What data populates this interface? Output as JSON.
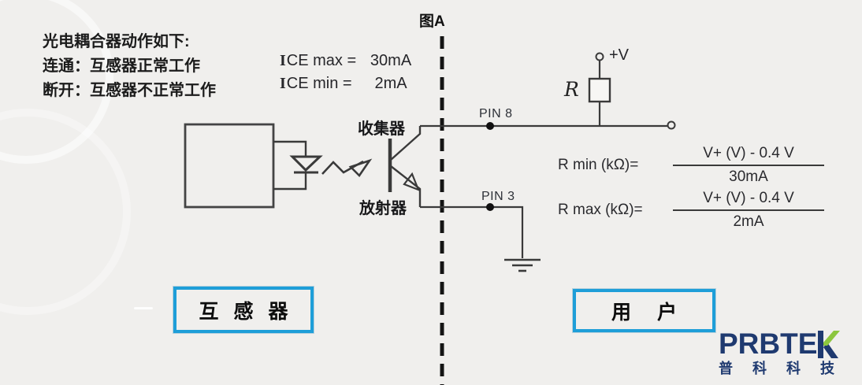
{
  "figure": {
    "title": "图A"
  },
  "notes": {
    "lines": [
      "光电耦合器动作如下:",
      "连通：互感器正常工作",
      "断开：互感器不正常工作"
    ]
  },
  "current_specs": [
    {
      "prefix": "I",
      "label": "CE max =",
      "value": "30mA"
    },
    {
      "prefix": "I",
      "label": "CE min =",
      "value": "2mA"
    }
  ],
  "optocoupler": {
    "collector_label": "收集器",
    "emitter_label": "放射器"
  },
  "pins": {
    "pin8_label": "PIN 8",
    "pin3_label": "PIN 3"
  },
  "power": {
    "resistor_label": "R",
    "supply_label": "+V"
  },
  "formulas": [
    {
      "label": "R min (kΩ)=",
      "numerator": "V+ (V) - 0.4 V",
      "denominator": "30mA"
    },
    {
      "label": "R max (kΩ)=",
      "numerator": "V+ (V) - 0.4 V",
      "denominator": "2mA"
    }
  ],
  "blocks": {
    "transformer_label": "互 感 器",
    "user_label": "用　户"
  },
  "logo": {
    "brand": "PRBTEK",
    "brand_head": "PRBTE",
    "subtext": "普 科 科 技"
  },
  "colors": {
    "background": "#f0efed",
    "line": "#3a3a3a",
    "divider": "#141414",
    "block_border": "#1e9ed8",
    "logo_navy": "#1f3a70",
    "logo_green": "#8cc63e"
  }
}
